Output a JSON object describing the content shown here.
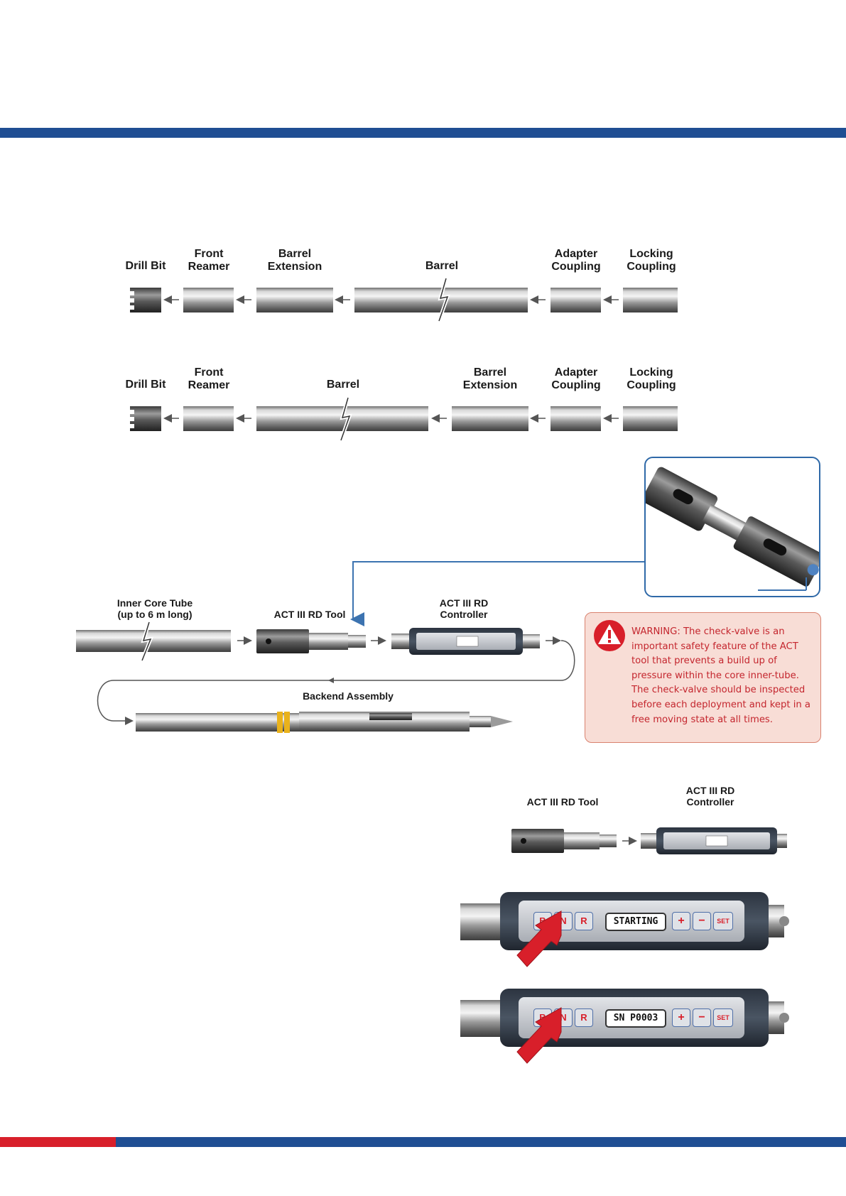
{
  "colors": {
    "brand_blue": "#1f4e93",
    "brand_red": "#d81f2a",
    "connector_blue": "#3c73b0",
    "warning_red": "#c4262e",
    "warning_bg": "#f8ddd6"
  },
  "assembly_1": {
    "labels": [
      {
        "lines": [
          "Drill Bit"
        ]
      },
      {
        "lines": [
          "Front",
          "Reamer"
        ]
      },
      {
        "lines": [
          "Barrel",
          "Extension"
        ]
      },
      {
        "lines": [
          "Barrel"
        ]
      },
      {
        "lines": [
          "Adapter",
          "Coupling"
        ]
      },
      {
        "lines": [
          "Locking",
          "Coupling"
        ]
      }
    ]
  },
  "assembly_2": {
    "labels": [
      {
        "lines": [
          "Drill Bit"
        ]
      },
      {
        "lines": [
          "Front",
          "Reamer"
        ]
      },
      {
        "lines": [
          "Barrel"
        ]
      },
      {
        "lines": [
          "Barrel",
          "Extension"
        ]
      },
      {
        "lines": [
          "Adapter",
          "Coupling"
        ]
      },
      {
        "lines": [
          "Locking",
          "Coupling"
        ]
      }
    ]
  },
  "inner_assembly": {
    "inner_core_tube": [
      "Inner Core Tube",
      "(up to 6 m long)"
    ],
    "act_tool": "ACT III RD Tool",
    "controller": [
      "ACT III RD",
      "Controller"
    ],
    "backend": "Backend Assembly"
  },
  "warning": {
    "icon": "warning-triangle-icon",
    "prefix": "WARNING:",
    "text": "The check-valve is an important safety feature of the ACT tool that prevents a build up of pressure within the core inner-tube. The check-valve should be inspected before each deployment and kept in a free moving state at all times."
  },
  "connection": {
    "act_tool": "ACT III RD Tool",
    "controller": [
      "ACT III RD",
      "Controller"
    ]
  },
  "controller_buttons": [
    "B",
    "N",
    "R",
    "+",
    "−",
    "SET"
  ],
  "controller_screen_1": {
    "display": "STARTING"
  },
  "controller_screen_2": {
    "display": "SN P0003"
  }
}
